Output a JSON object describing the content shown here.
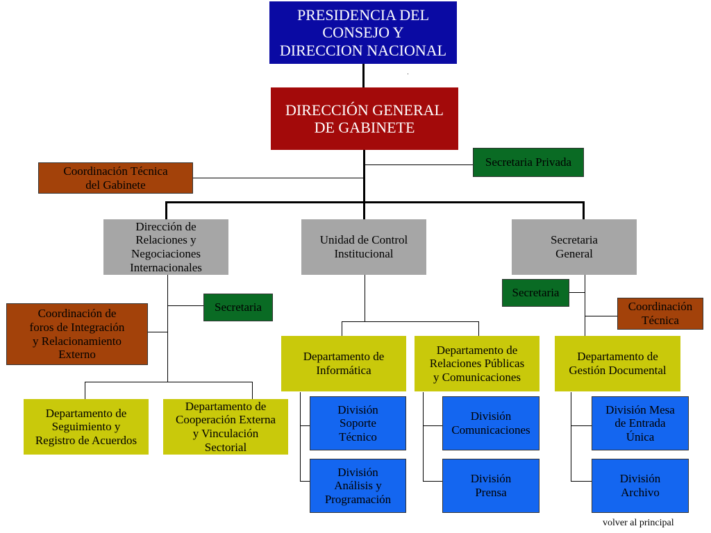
{
  "colors": {
    "presidencia": "#0a0aa3",
    "direccion_general": "#a30a0a",
    "coordinacion": "#a3420a",
    "secretaria": "#0a6b24",
    "direccion": "#a6a6a6",
    "departamento": "#c9c90b",
    "division": "#1466f0"
  },
  "nodes": {
    "presidencia": "PRESIDENCIA DEL\nCONSEJO Y\nDIRECCION NACIONAL",
    "direccion_general": "DIRECCIÓN GENERAL\nDE GABINETE",
    "secretaria_privada": "Secretaria Privada",
    "coord_tecnica_gabinete": "Coordinación Técnica\ndel Gabinete",
    "dir_relaciones": "Dirección de\nRelaciones y\nNegociaciones\nInternacionales",
    "unidad_control": "Unidad de Control\nInstitucional",
    "secretaria_general": "Secretaria\nGeneral",
    "secretaria_left": "Secretaria",
    "coord_foros": "Coordinación de\nforos de Integración\ny Relacionamiento\nExterno",
    "dept_seguimiento": "Departamento de\nSeguimiento y\nRegistro de Acuerdos",
    "dept_cooperacion": "Departamento de\nCooperación Externa\ny Vinculación\nSectorial",
    "dept_informatica": "Departamento de\nInformática",
    "dept_relaciones_publicas": "Departamento de\nRelaciones Públicas\ny Comunicaciones",
    "div_soporte": "División\nSoporte\nTécnico",
    "div_analisis": "División\nAnálisis y\nProgramación",
    "div_comunicaciones": "División\nComunicaciones",
    "div_prensa": "División\nPrensa",
    "secretaria_right": "Secretaria",
    "coord_tecnica_right": "Coordinación\nTécnica",
    "dept_gestion": "Departamento de\nGestión Documental",
    "div_mesa": "División Mesa\nde Entrada\nÚnica",
    "div_archivo": "División\nArchivo"
  },
  "footer": {
    "volver_label": "volver al principal"
  }
}
